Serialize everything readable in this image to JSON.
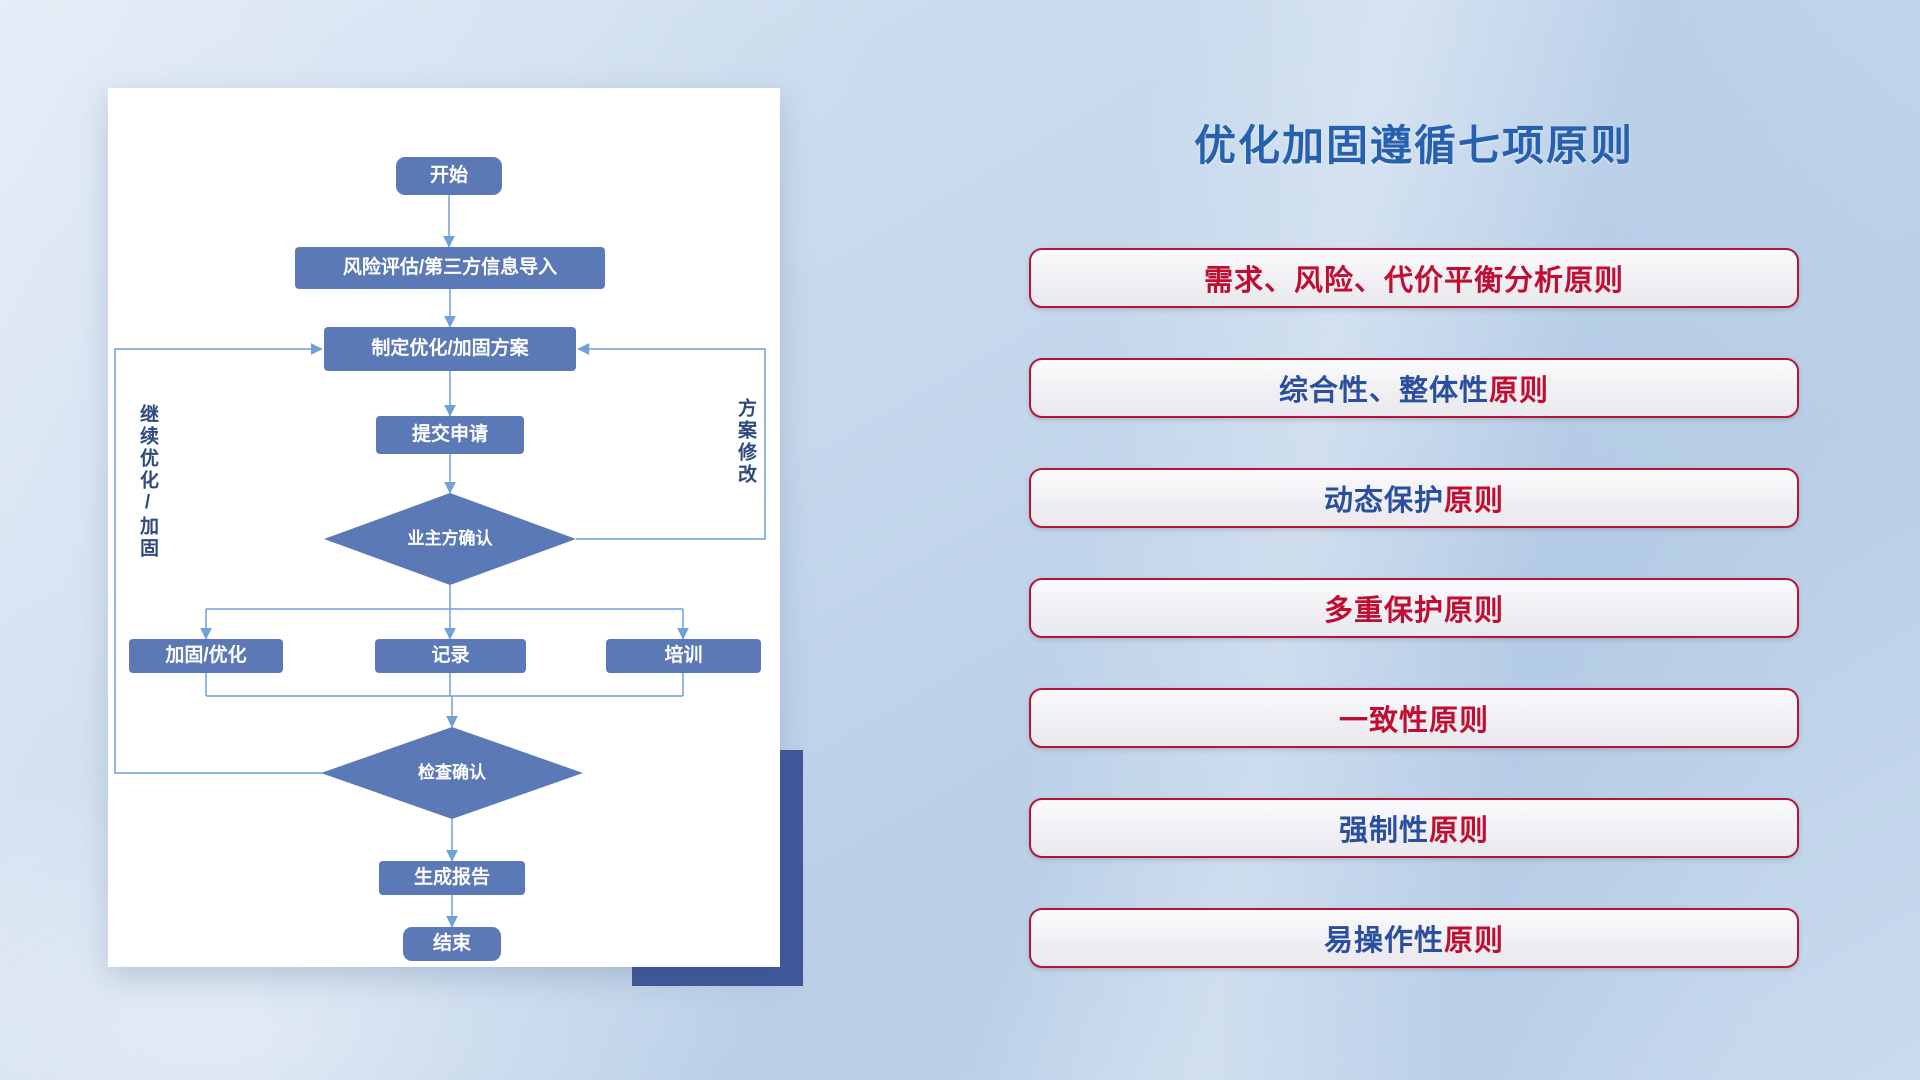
{
  "flowchart": {
    "nodes": {
      "start": "开始",
      "risk": "风险评估/第三方信息导入",
      "plan": "制定优化/加固方案",
      "submit": "提交申请",
      "owner_confirm": "业主方确认",
      "reinforce": "加固/优化",
      "record": "记录",
      "training": "培训",
      "check_confirm": "检查确认",
      "report": "生成报告",
      "end": "结束"
    },
    "labels": {
      "left_loop": "继续优化/加固",
      "right_loop": "方案修改"
    },
    "colors": {
      "node": "#5B79B6",
      "line": "#6FA0D8",
      "loop_label": "#2E4A7D",
      "shadow_rect": "#40589B"
    }
  },
  "right_panel": {
    "title": "优化加固遵循七项原则",
    "principles": [
      {
        "parts": [
          {
            "text": "需求、风险、代价平衡分析原则",
            "color": "red"
          }
        ]
      },
      {
        "parts": [
          {
            "text": "综合性、整体性",
            "color": "blue"
          },
          {
            "text": "原则",
            "color": "red"
          }
        ]
      },
      {
        "parts": [
          {
            "text": "动态保护",
            "color": "blue"
          },
          {
            "text": "原则",
            "color": "red"
          }
        ]
      },
      {
        "parts": [
          {
            "text": "多重保护原则",
            "color": "red"
          }
        ]
      },
      {
        "parts": [
          {
            "text": "一致性原则",
            "color": "red"
          }
        ]
      },
      {
        "parts": [
          {
            "text": "强制性",
            "color": "blue"
          },
          {
            "text": "原则",
            "color": "red"
          }
        ]
      },
      {
        "parts": [
          {
            "text": "易操作性",
            "color": "blue"
          },
          {
            "text": "原则",
            "color": "red"
          }
        ]
      }
    ],
    "colors": {
      "red": "#C00E32",
      "blue": "#2B4F9E",
      "title": "#2660AE",
      "pill_border": "#B01638"
    }
  }
}
